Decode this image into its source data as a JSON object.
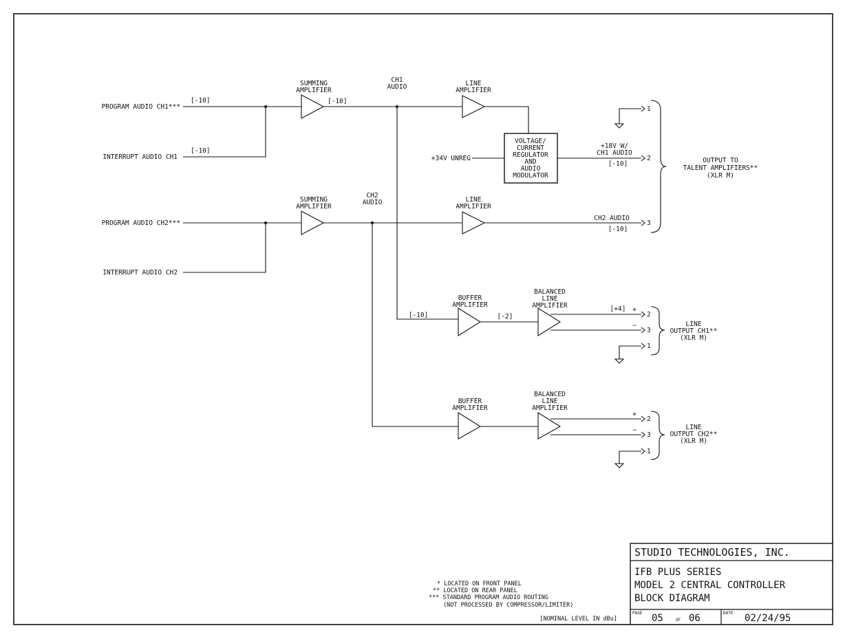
{
  "inputs": {
    "program_ch1": "PROGRAM AUDIO CH1***",
    "interrupt_ch1": "INTERRUPT AUDIO CH1",
    "program_ch2": "PROGRAM AUDIO CH2***",
    "interrupt_ch2": "INTERRUPT AUDIO CH2",
    "unreg": "+34V UNREG"
  },
  "blocks": {
    "summing_1": "SUMMING",
    "summing_2": "AMPLIFIER",
    "line_1": "LINE",
    "line_2": "AMPLIFIER",
    "buffer_1": "BUFFER",
    "buffer_2": "AMPLIFIER",
    "balanced_1": "BALANCED",
    "balanced_2": "LINE",
    "balanced_3": "AMPLIFIER",
    "regulator": [
      "VOLTAGE/",
      "CURRENT",
      "REGULATOR",
      "AND",
      "AUDIO",
      "MODULATOR"
    ]
  },
  "nodes": {
    "ch1_1": "CH1",
    "ch1_2": "AUDIO",
    "ch2_1": "CH2",
    "ch2_2": "AUDIO"
  },
  "levels": {
    "minus10": "[-10]",
    "minus2": "[-2]",
    "plus4": "[+4]"
  },
  "signals": {
    "v18_1": "+18V W/",
    "v18_2": "CH1 AUDIO",
    "ch2_audio": "CH2 AUDIO"
  },
  "pins": {
    "p1": "1",
    "p2": "2",
    "p3": "3",
    "plus": "+",
    "minus": "−"
  },
  "outputs": {
    "talent_1": "OUTPUT TO",
    "talent_2": "TALENT AMPLIFIERS**",
    "talent_3": "(XLR M)",
    "line_ch1_1": "LINE",
    "line_ch1_2": "OUTPUT CH1**",
    "line_ch1_3": "(XLR M)",
    "line_ch2_1": "LINE",
    "line_ch2_2": "OUTPUT CH2**",
    "line_ch2_3": "(XLR M)"
  },
  "notes": {
    "n1": "* LOCATED ON FRONT PANEL",
    "n2": "** LOCATED ON REAR PANEL",
    "n3": "*** STANDARD PROGRAM AUDIO ROUTING",
    "n4": "(NOT PROCESSED BY COMPRESSOR/LIMITER)",
    "n5": "[NOMINAL LEVEL IN dBu]"
  },
  "title_block": {
    "company": "STUDIO TECHNOLOGIES, INC.",
    "line1": "IFB PLUS SERIES",
    "line2": "MODEL 2 CENTRAL CONTROLLER",
    "line3": "BLOCK DIAGRAM",
    "page_label": "PAGE",
    "page": "05",
    "page_of": "OF",
    "page_total": "06",
    "date_label": "DATE",
    "date": "02/24/95"
  }
}
